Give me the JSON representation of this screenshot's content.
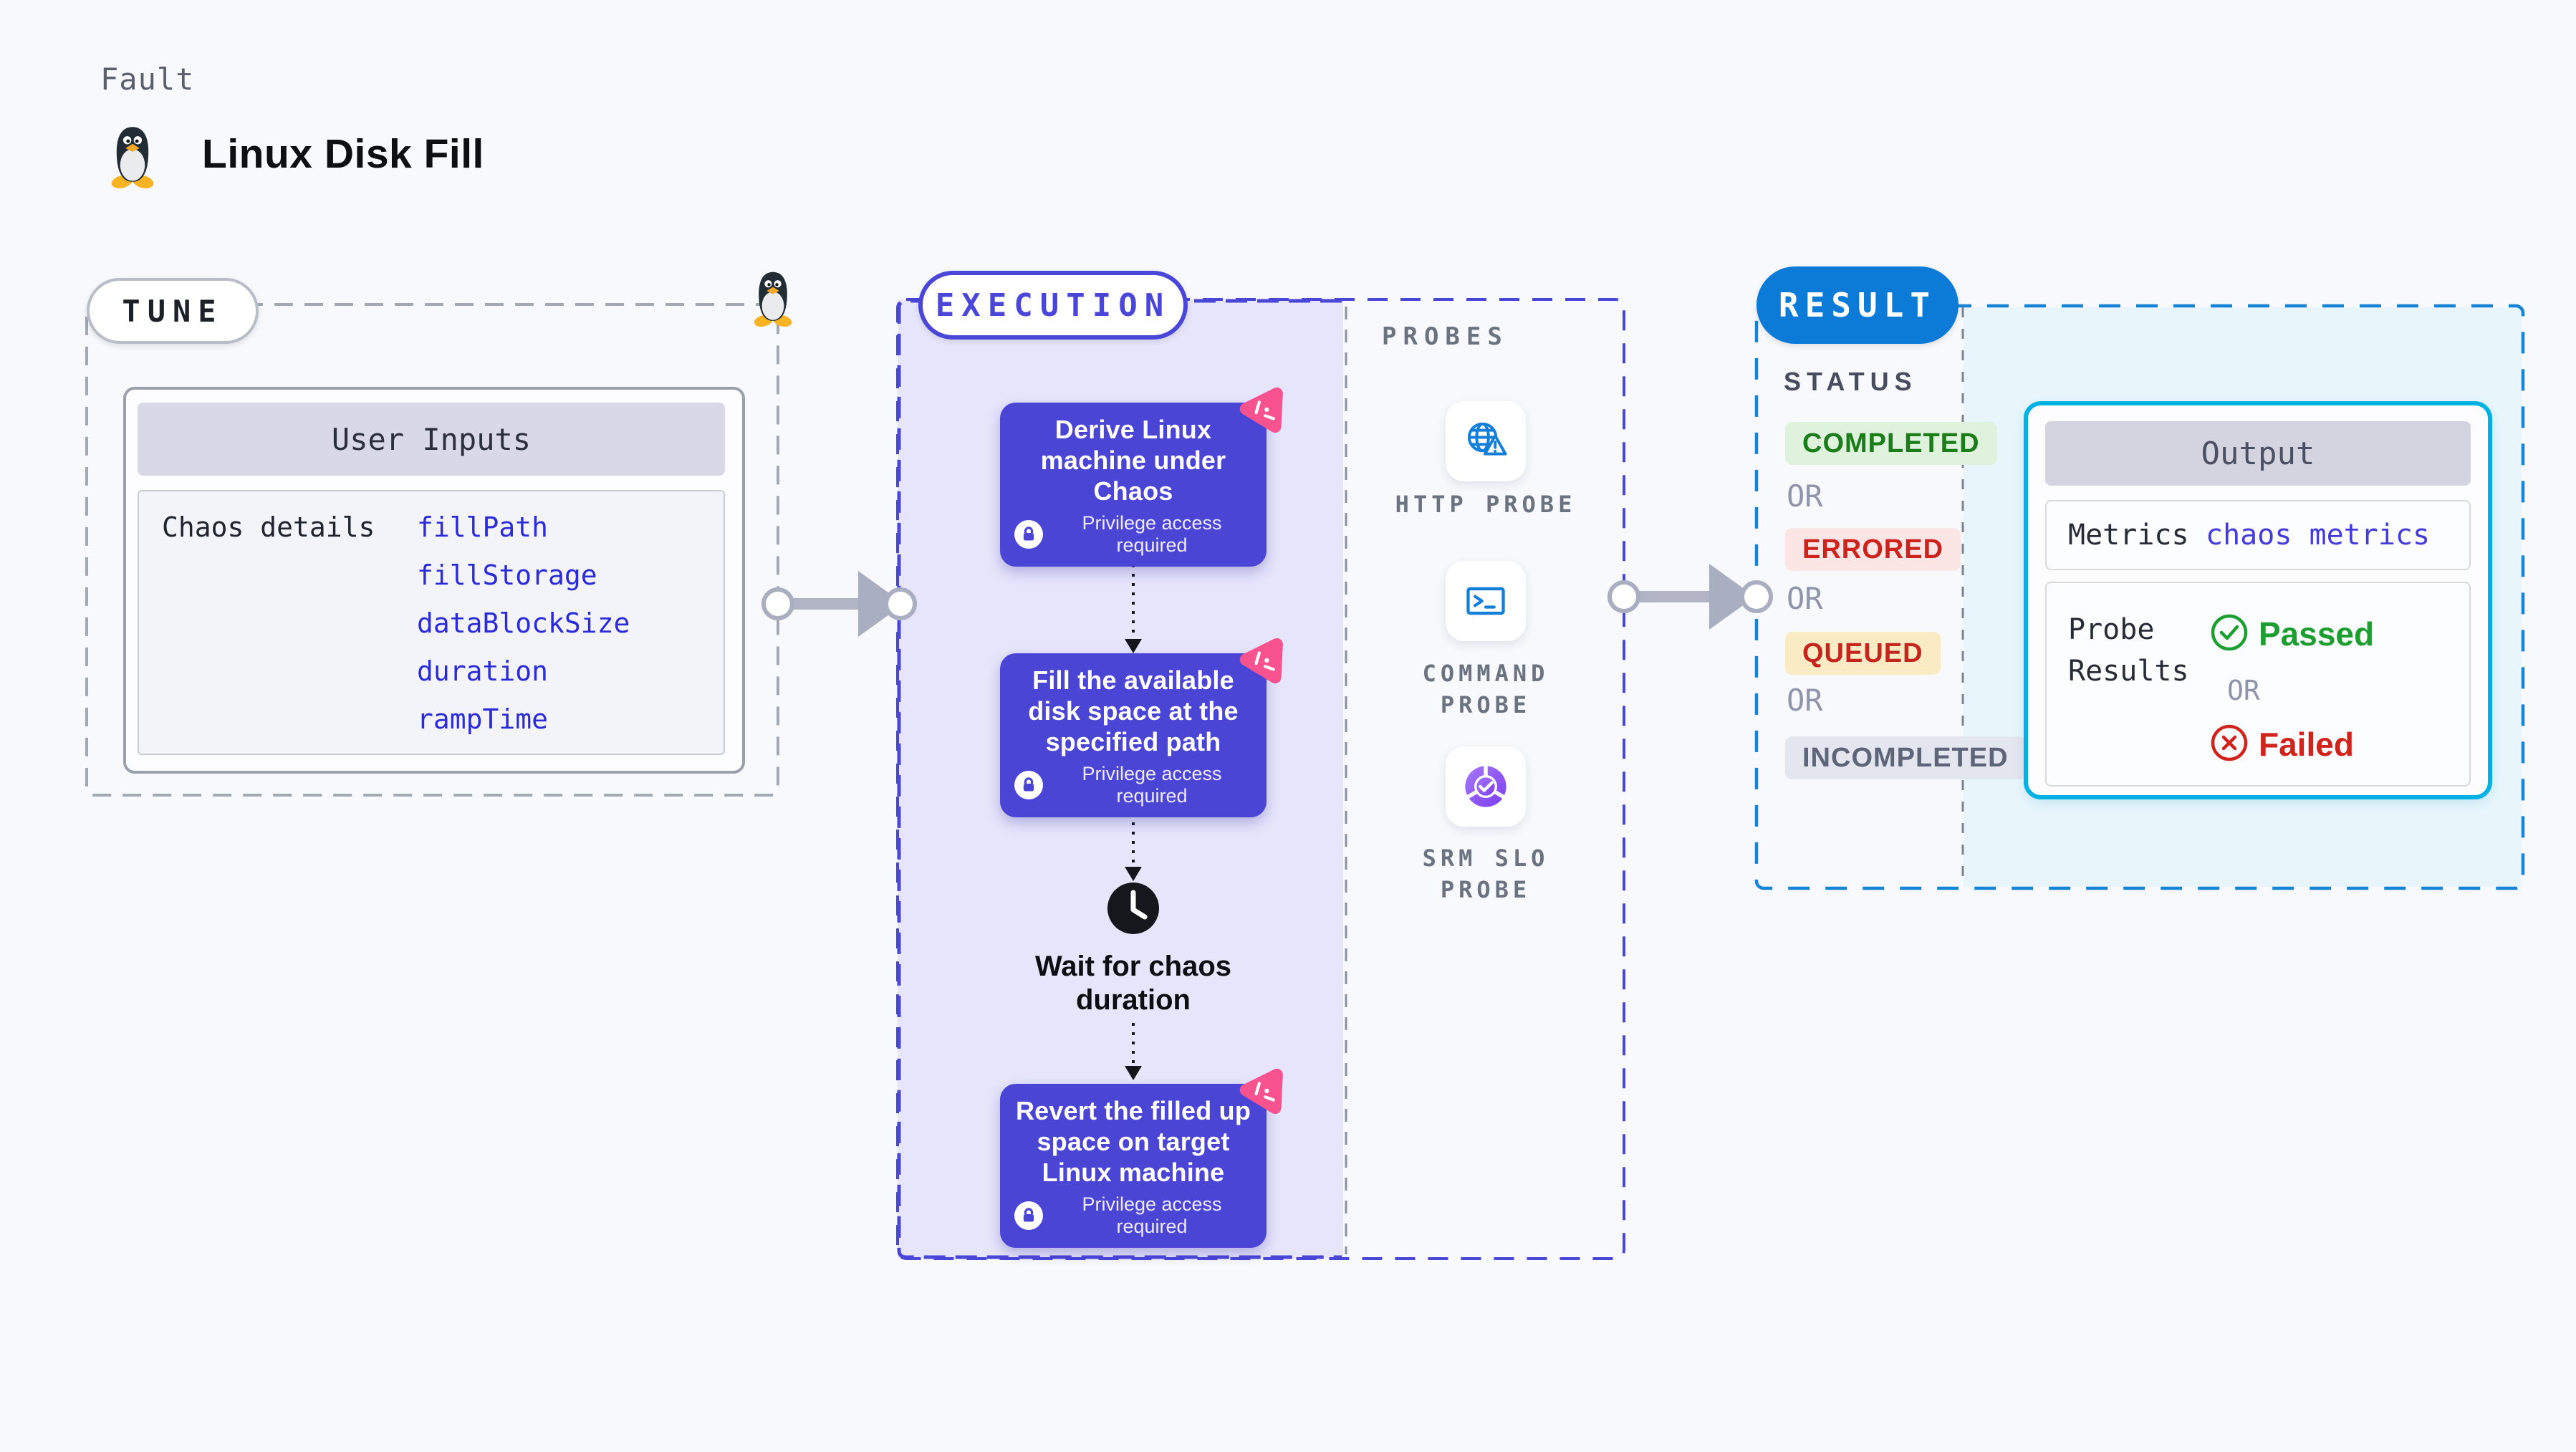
{
  "page": {
    "kicker": "Fault",
    "title": "Linux Disk Fill"
  },
  "tune": {
    "label": "TUNE",
    "card_title": "User Inputs",
    "row_label": "Chaos details",
    "links": [
      "fillPath",
      "fillStorage",
      "dataBlockSize",
      "duration",
      "rampTime"
    ]
  },
  "execution": {
    "label": "EXECUTION",
    "steps": [
      {
        "title": "Derive Linux machine under Chaos",
        "badge": "Privilege access required"
      },
      {
        "title": "Fill the available disk space at the specified path",
        "badge": "Privilege access required"
      },
      {
        "title": "Revert the filled up space on target Linux machine",
        "badge": "Privilege access required"
      }
    ],
    "wait_label": "Wait for chaos duration"
  },
  "probes": {
    "label": "PROBES",
    "items": [
      {
        "name": "HTTP PROBE",
        "icon": "globe-alert-icon"
      },
      {
        "name": "COMMAND PROBE",
        "icon": "terminal-icon"
      },
      {
        "name": "SRM SLO PROBE",
        "icon": "slo-pie-icon"
      }
    ]
  },
  "result": {
    "label": "RESULT",
    "status_heading": "STATUS",
    "or_label": "OR",
    "statuses": [
      {
        "label": "COMPLETED",
        "text_color": "#1a7d1a",
        "bg_color": "#def2dc"
      },
      {
        "label": "ERRORED",
        "text_color": "#cc231c",
        "bg_color": "#fbe5e5"
      },
      {
        "label": "QUEUED",
        "text_color": "#c4251c",
        "bg_color": "#f9ecc4"
      },
      {
        "label": "INCOMPLETED",
        "text_color": "#5f6579",
        "bg_color": "#e4e6ef"
      }
    ],
    "output": {
      "title": "Output",
      "metrics_label": "Metrics",
      "metrics_link": "chaos metrics",
      "probe_results_label": "Probe Results",
      "passed": "Passed",
      "or_label": "OR",
      "failed": "Failed"
    }
  },
  "colors": {
    "accent_indigo": "#4a46d8",
    "card_purple": "#4b45d6",
    "link_blue": "#2b2bd7",
    "result_blue": "#0b7bd7",
    "output_border_cyan": "#00b2e3",
    "chaos_pink": "#f8538f",
    "passed_green": "#1d9e30",
    "failed_red": "#d0231c"
  }
}
